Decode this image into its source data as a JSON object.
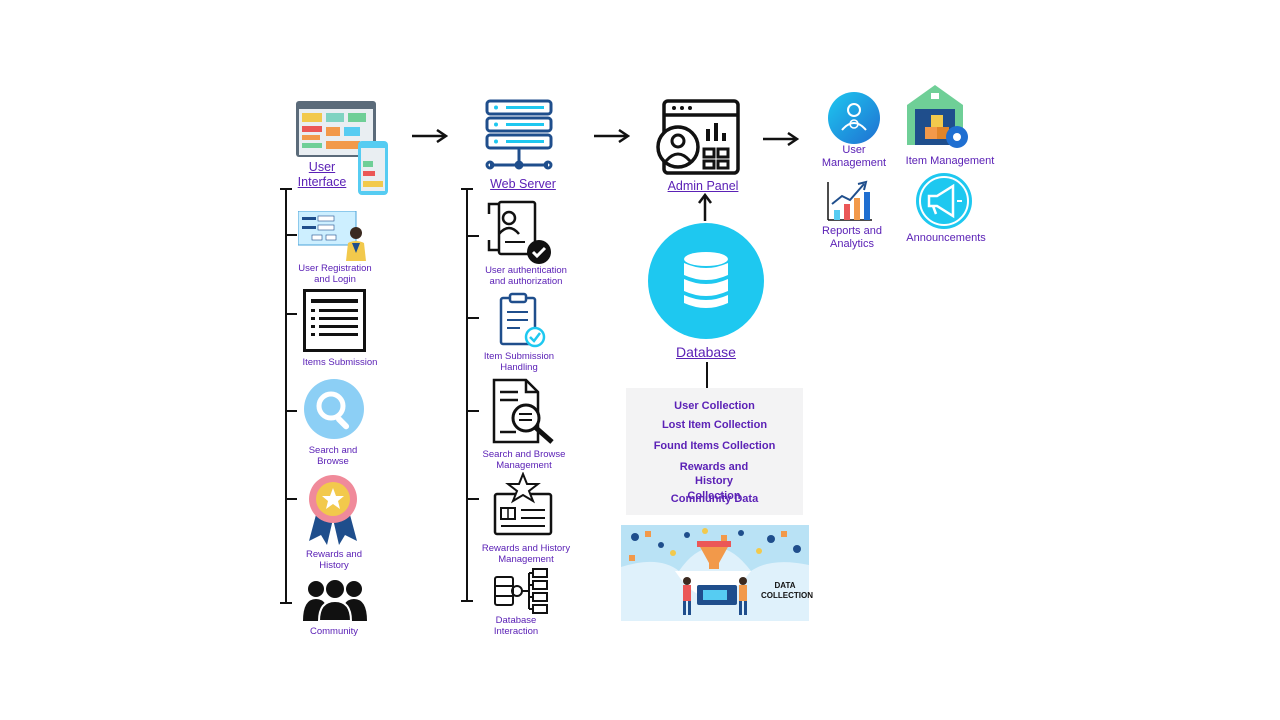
{
  "columns": {
    "user_interface": {
      "title": "User Interface",
      "items": [
        "User Registration and Login",
        "Items Submission",
        "Search and Browse",
        "Rewards and History",
        "Community"
      ]
    },
    "web_server": {
      "title": "Web Server",
      "items": [
        "User authentication and authorization",
        "Item Submission Handling",
        "Search and Browse Management",
        "Rewards and History Management",
        "Database Interaction"
      ]
    },
    "admin_panel": {
      "title": "Admin Panel"
    },
    "database": {
      "title": "Database",
      "collections": [
        "User Collection",
        "Lost Item Collection",
        "Found Items Collection",
        "Rewards and History Collection",
        "Community Data"
      ],
      "illustration_text": "DATA COLLECTION"
    },
    "admin_features": [
      "User Management",
      "Item Management",
      "Reports and Analytics",
      "Announcements"
    ]
  },
  "colors": {
    "label_purple": "#5b21b6",
    "cyan": "#1ec8f0",
    "navy": "#1f4e8c",
    "line": "#111111"
  }
}
